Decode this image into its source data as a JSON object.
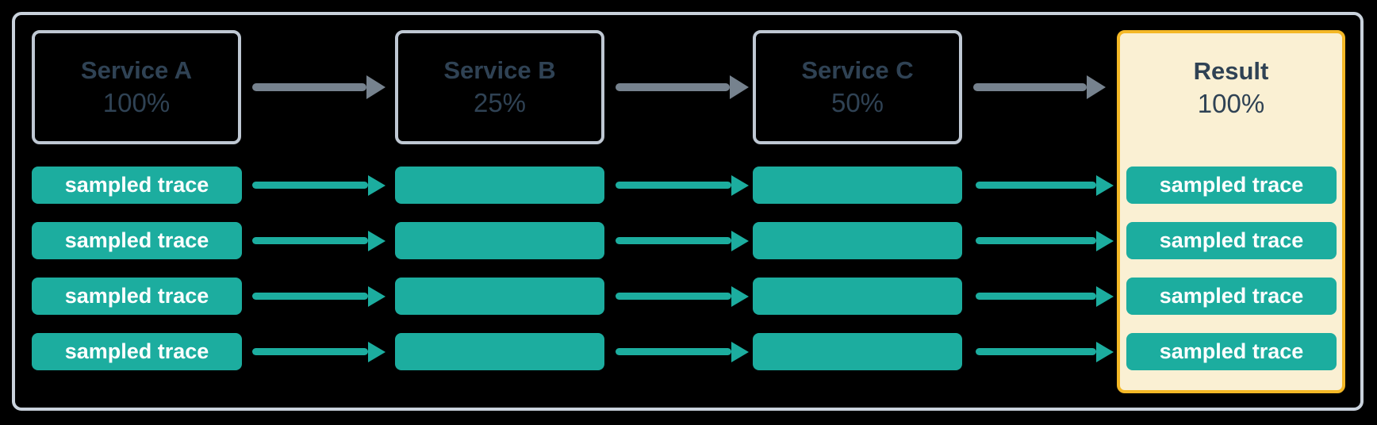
{
  "theme": {
    "bg": "#000000",
    "frame-border": "#C9D2DC",
    "node-border": "#BFC8D3",
    "node-text": "#2F4254",
    "teal": "#1CAD9F",
    "arrow-gray": "#76828E",
    "result-border": "#F4B826",
    "result-bg": "#FAF0D3",
    "trace-text": "#FFFFFF"
  },
  "diagram": {
    "nodes": [
      {
        "label": "Service A",
        "value": "100%"
      },
      {
        "label": "Service B",
        "value": "25%"
      },
      {
        "label": "Service C",
        "value": "50%"
      },
      {
        "label": "Result",
        "value": "100%"
      }
    ],
    "trace_label": "sampled trace",
    "trace_rows": 4
  }
}
